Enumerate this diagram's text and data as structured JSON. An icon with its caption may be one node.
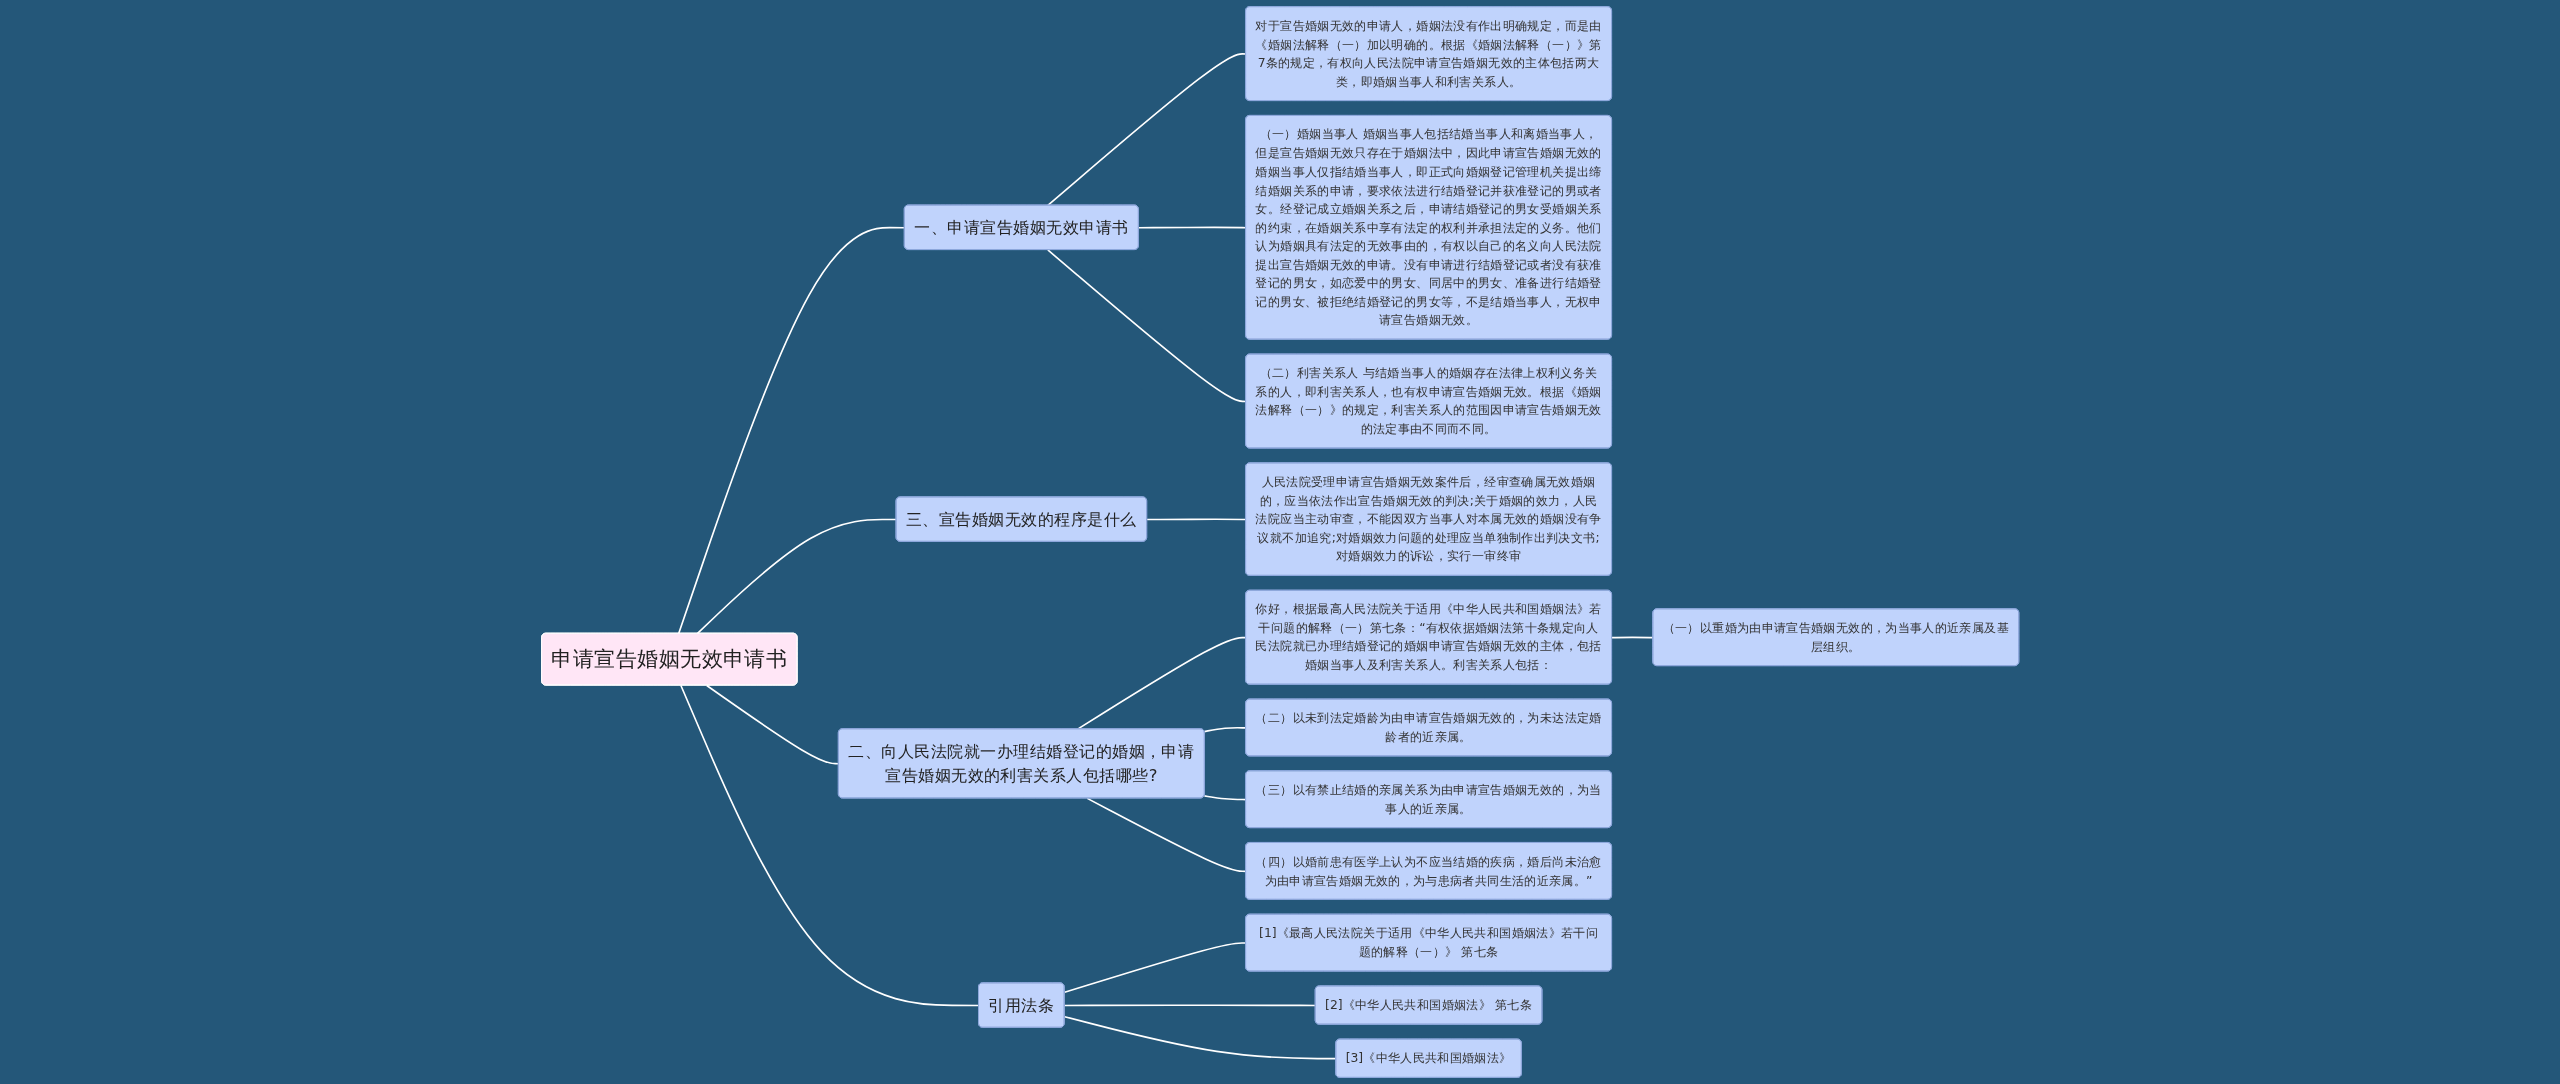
{
  "diagram": {
    "nodes": [
      {
        "text": [
          "申请宣告婚姻无效申请书"
        ]
      },
      {
        "text": [
          "一、申请宣告婚姻无效申请书"
        ]
      },
      {
        "text": [
          "对于宣告婚姻无效的申请人，婚姻法没有作出明确规定，而是由《婚姻法解释（一）加以明确的。根据《婚姻法解释（一）》第7条的规定，有权向人民法院申请宣告婚姻无效的主体包括两大类，即婚姻当事人和利害关系人。"
        ]
      },
      {
        "text": [
          "（一）婚姻当事人 婚姻当事人包括结婚当事人和离婚当事人，但是宣告婚姻无效只存在于婚姻法中，因此申请宣告婚姻无效的婚姻当事人仅指结婚当事人，即正式向婚姻登记管理机关提出缔结婚姻关系的申请，要求依法进行结婚登记并获准登记的男或者女。经登记成立婚姻关系之后，申请结婚登记的男女受婚姻关系的约束，在婚姻关系中享有法定的权利并承担法定的义务。他们认为婚姻具有法定的无效事由的，有权以自己的名义向人民法院提出宣告婚姻无效的申请。没有申请进行结婚登记或者没有获准登记的男女，如恋爱中的男女、同居中的男女、准备进行结婚登记的男女、被拒绝结婚登记的男女等，不是结婚当事人，无权申请宣告婚姻无效。"
        ]
      },
      {
        "text": [
          "（二）利害关系人 与结婚当事人的婚姻存在法律上权利义务关系的人，即利害关系人，也有权申请宣告婚姻无效。根据《婚姻法解释（一）》的规定，利害关系人的范围因申请宣告婚姻无效的法定事由不同而不同。"
        ]
      },
      {
        "text": [
          "三、宣告婚姻无效的程序是什么"
        ]
      },
      {
        "text": [
          "人民法院受理申请宣告婚姻无效案件后，经审查确属无效婚姻的，应当依法作出宣告婚姻无效的判决;关于婚姻的效力，人民法院应当主动审查，不能因双方当事人对本属无效的婚姻没有争议就不加追究;对婚姻效力问题的处理应当单独制作出判决文书;对婚姻效力的诉讼，实行一审终审"
        ]
      },
      {
        "text": [
          "二、向人民法院就一办理结婚登记的婚姻，申请宣告婚姻无效的利害关系人包括哪些?"
        ]
      },
      {
        "text": [
          "你好，根据最高人民法院关于适用《中华人民共和国婚姻法》若干问题的解释（一）第七条：“有权依据婚姻法第十条规定向人民法院就已办理结婚登记的婚姻申请宣告婚姻无效的主体，包括婚姻当事人及利害关系人。利害关系人包括："
        ]
      },
      {
        "text": [
          "（一）以重婚为由申请宣告婚姻无效的，为当事人的近亲属及基层组织。"
        ]
      },
      {
        "text": [
          "（二）以未到法定婚龄为由申请宣告婚姻无效的，为未达法定婚龄者的近亲属。"
        ]
      },
      {
        "text": [
          "（三）以有禁止结婚的亲属关系为由申请宣告婚姻无效的，为当事人的近亲属。"
        ]
      },
      {
        "text": [
          "（四）以婚前患有医学上认为不应当结婚的疾病，婚后尚未治愈为由申请宣告婚姻无效的，为与患病者共同生活的近亲属。”"
        ]
      },
      {
        "text": [
          "引用法条"
        ]
      },
      {
        "text": [
          "[1]《最高人民法院关于适用《中华人民共和国婚姻法》若干问题的解释（一）》 第七条"
        ]
      },
      {
        "text": [
          "[2]《中华人民共和国婚姻法》 第七条"
        ]
      },
      {
        "text": [
          "[3]《中华人民共和国婚姻法》"
        ]
      }
    ],
    "edges": [
      {
        "from": 0,
        "to": 1,
        "arrow": "none"
      },
      {
        "from": 1,
        "to": 2,
        "arrow": "none"
      },
      {
        "from": 1,
        "to": 3,
        "arrow": "none"
      },
      {
        "from": 1,
        "to": 4,
        "arrow": "none"
      },
      {
        "from": 0,
        "to": 5,
        "arrow": "none"
      },
      {
        "from": 5,
        "to": 6,
        "arrow": "none"
      },
      {
        "from": 0,
        "to": 7,
        "arrow": "none"
      },
      {
        "from": 7,
        "to": 8,
        "arrow": "none"
      },
      {
        "from": 8,
        "to": 9,
        "arrow": "none"
      },
      {
        "from": 7,
        "to": 10,
        "arrow": "none"
      },
      {
        "from": 7,
        "to": 11,
        "arrow": "none"
      },
      {
        "from": 7,
        "to": 12,
        "arrow": "none"
      },
      {
        "from": 0,
        "to": 13,
        "arrow": "none"
      },
      {
        "from": 13,
        "to": 14,
        "arrow": "none"
      },
      {
        "from": 13,
        "to": 15,
        "arrow": "none"
      },
      {
        "from": 13,
        "to": 16,
        "arrow": "none"
      }
    ]
  }
}
